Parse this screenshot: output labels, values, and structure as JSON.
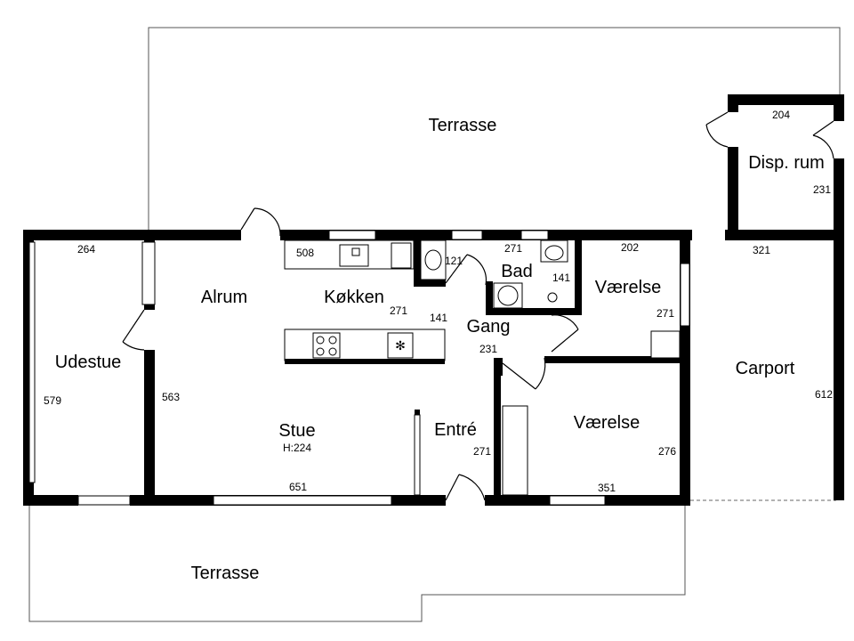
{
  "rooms": {
    "terrasse_top": "Terrasse",
    "terrasse_bottom": "Terrasse",
    "disp_rum": "Disp. rum",
    "carport": "Carport",
    "udestue": "Udestue",
    "alrum": "Alrum",
    "koekken": "Køkken",
    "bad": "Bad",
    "vaerelse_top": "Værelse",
    "gang": "Gang",
    "stue": "Stue",
    "stue_height": "H:224",
    "entre": "Entré",
    "vaerelse_bottom": "Værelse"
  },
  "dimensions": {
    "disp_width": "204",
    "disp_depth": "231",
    "carport_width": "321",
    "carport_depth": "612",
    "udestue_width": "264",
    "udestue_depth": "579",
    "koekken_width": "508",
    "wc_width": "121",
    "bad_width": "271",
    "bad_depth": "141",
    "vaerelse_top_width": "202",
    "vaerelse_top_depth": "271",
    "koekken_depth": "271",
    "island_depth": "141",
    "gang_width": "231",
    "alrum_depth": "563",
    "stue_width": "651",
    "entre_depth": "271",
    "vaerelse_bottom_depth": "276",
    "vaerelse_bottom_width": "351"
  }
}
